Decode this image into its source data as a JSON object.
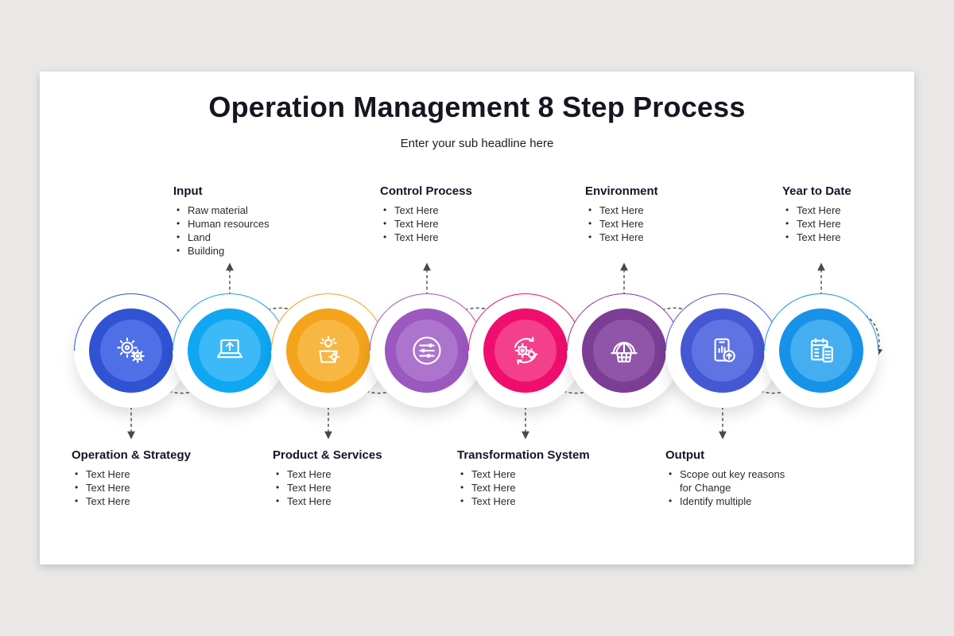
{
  "slide": {
    "title": "Operation Management 8 Step Process",
    "subtitle": "Enter your sub headline here"
  },
  "steps": [
    {
      "title": "Operation & Strategy",
      "side": "bottom",
      "icon": "gears-icon",
      "color": "#3053d4",
      "colorLight": "#4e6fe6",
      "bullets": [
        "Text Here",
        "Text Here",
        "Text Here"
      ]
    },
    {
      "title": "Input",
      "side": "top",
      "icon": "laptop-upload-icon",
      "color": "#0fa7f2",
      "colorLight": "#3cb9f6",
      "bullets": [
        "Raw material",
        "Human resources",
        "Land",
        "Building"
      ]
    },
    {
      "title": "Product & Services",
      "side": "bottom",
      "icon": "idea-box-icon",
      "color": "#f4a31b",
      "colorLight": "#f7b742",
      "bullets": [
        "Text Here",
        "Text Here",
        "Text Here"
      ]
    },
    {
      "title": "Control Process",
      "side": "top",
      "icon": "sliders-icon",
      "color": "#9b59c0",
      "colorLight": "#ad74cd",
      "bullets": [
        "Text Here",
        "Text Here",
        "Text Here"
      ]
    },
    {
      "title": "Transformation System",
      "side": "bottom",
      "icon": "process-gears-icon",
      "color": "#ef0e6d",
      "colorLight": "#f43f8a",
      "bullets": [
        "Text Here",
        "Text Here",
        "Text Here"
      ]
    },
    {
      "title": "Environment",
      "side": "top",
      "icon": "dome-icon",
      "color": "#7b3d96",
      "colorLight": "#8f55a8",
      "bullets": [
        "Text Here",
        "Text Here",
        "Text Here"
      ]
    },
    {
      "title": "Output",
      "side": "bottom",
      "icon": "mobile-upload-icon",
      "color": "#4558d4",
      "colorLight": "#6073e2",
      "bullets": [
        "Scope out key reasons for Change",
        "Identify multiple"
      ]
    },
    {
      "title": "Year to Date",
      "side": "top",
      "icon": "schedule-icon",
      "color": "#1693e8",
      "colorLight": "#45aef0",
      "bullets": [
        "Text Here",
        "Text Here",
        "Text Here"
      ]
    }
  ]
}
